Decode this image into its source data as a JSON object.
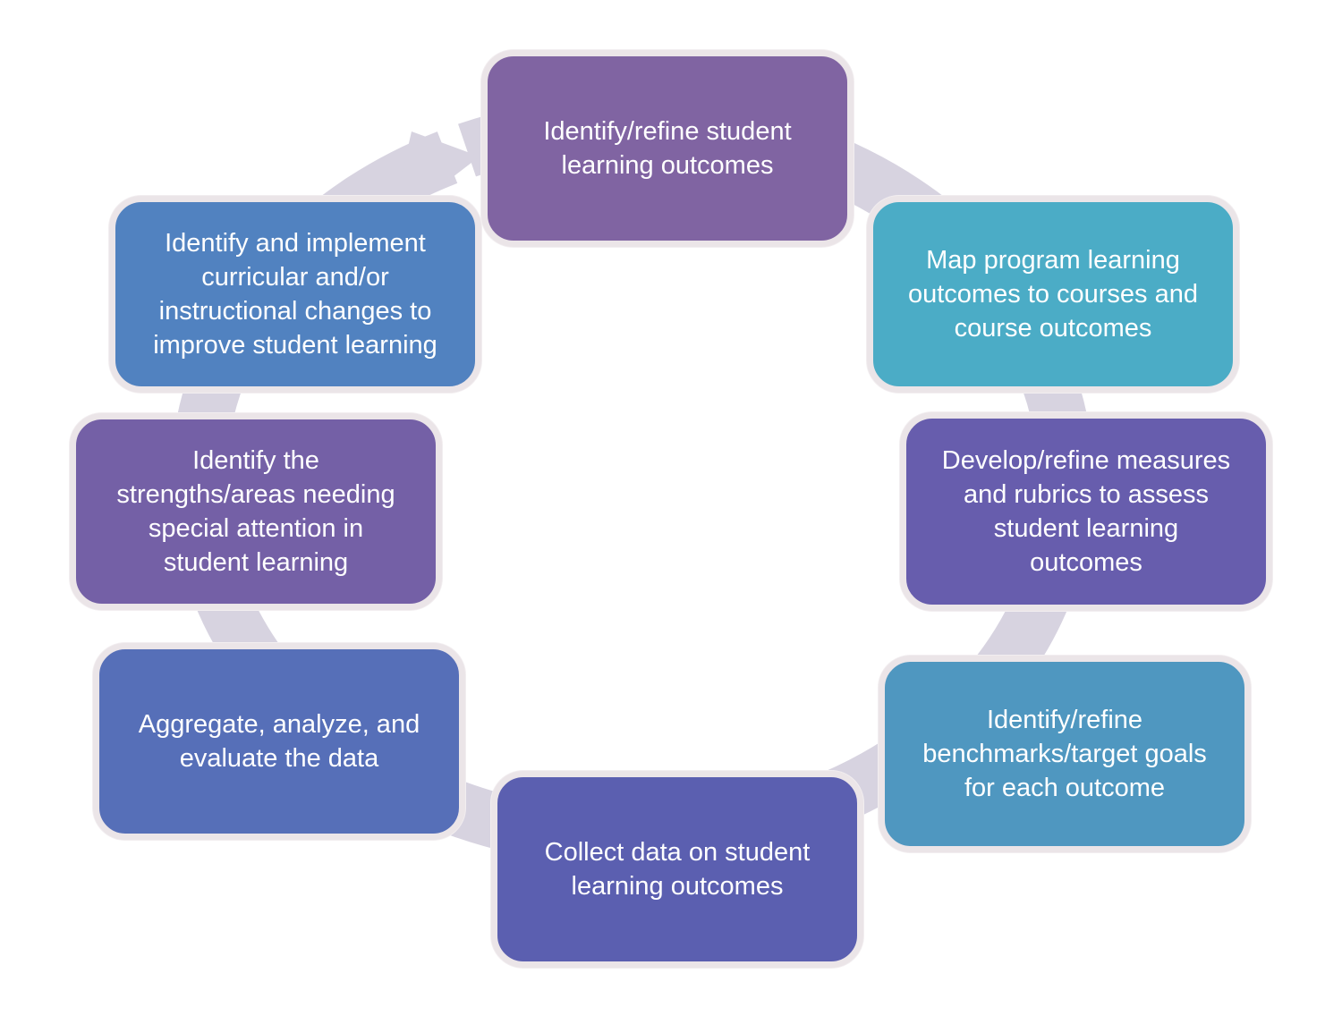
{
  "colors": {
    "cycle_arrow": "#d7d3e0",
    "box_border": "#ebe5e8",
    "text": "#ffffff"
  },
  "steps": [
    {
      "text": "Identify/refine student\nlearning outcomes",
      "color": "#8064a2"
    },
    {
      "text": "Map program learning\noutcomes to courses and\ncourse outcomes",
      "color": "#4bacc6"
    },
    {
      "text": "Develop/refine measures\nand rubrics to assess\nstudent learning\noutcomes",
      "color": "#675dad"
    },
    {
      "text": "Identify/refine\nbenchmarks/target goals\nfor each outcome",
      "color": "#4f97c0"
    },
    {
      "text": "Collect data on student\nlearning outcomes",
      "color": "#5b5fb0"
    },
    {
      "text": "Aggregate, analyze, and\nevaluate the data",
      "color": "#566fb8"
    },
    {
      "text": "Identify the\nstrengths/areas needing\nspecial attention in\nstudent learning",
      "color": "#7460a6"
    },
    {
      "text": "Identify and implement\ncurricular and/or\ninstructional changes to\nimprove student learning",
      "color": "#5182c0"
    }
  ]
}
